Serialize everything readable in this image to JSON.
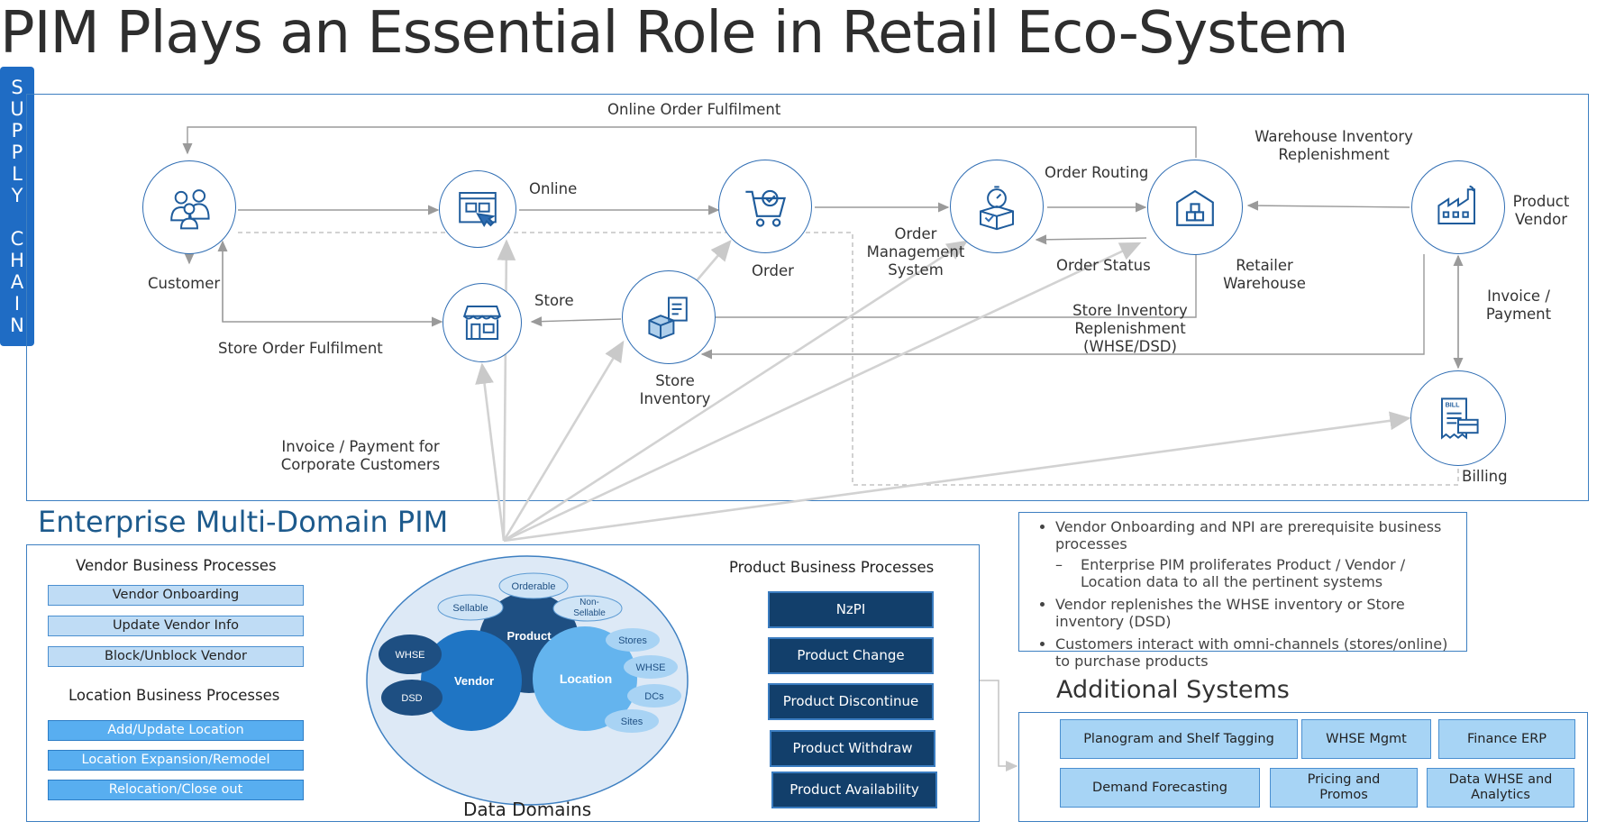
{
  "title": "PIM Plays an Essential Role in Retail Eco-System",
  "supply_chain": [
    "S",
    "U",
    "P",
    "P",
    "L",
    "Y",
    "",
    "C",
    "H",
    "A",
    "I",
    "N"
  ],
  "flow_labels": {
    "online_order_fulfilment": "Online Order Fulfilment",
    "online": "Online",
    "order_routing": "Order Routing",
    "warehouse_inventory_replenishment": "Warehouse Inventory Replenishment",
    "store": "Store",
    "order_status": "Order Status",
    "store_order_fulfilment": "Store Order Fulfilment",
    "store_inventory_replenishment": "Store Inventory Replenishment (WHSE/DSD)",
    "invoice_payment": "Invoice / Payment",
    "invoice_corporate": "Invoice / Payment for Corporate Customers"
  },
  "nodes": {
    "customer": "Customer",
    "order": "Order",
    "oms": "Order Management System",
    "retailer_warehouse": "Retailer Warehouse",
    "product_vendor": "Product Vendor",
    "store_inventory": "Store Inventory",
    "billing": "Billing",
    "online_icon": "online-store-icon",
    "store_icon": "storefront-icon"
  },
  "pim": {
    "heading": "Enterprise Multi-Domain PIM",
    "vendor_processes_title": "Vendor Business Processes",
    "vendor_processes": [
      "Vendor Onboarding",
      "Update Vendor  Info",
      "Block/Unblock Vendor"
    ],
    "location_processes_title": "Location Business Processes",
    "location_processes": [
      "Add/Update Location",
      "Location Expansion/Remodel",
      "Relocation/Close out"
    ],
    "product_processes_title": "Product Business Processes",
    "product_processes": [
      "NzPI",
      "Product Change",
      "Product  Discontinue",
      "Product  Withdraw",
      "Product  Availability"
    ],
    "data_domains": {
      "caption": "Data Domains",
      "product": "Product",
      "vendor": "Vendor",
      "location": "Location",
      "orderable": "Orderable",
      "sellable": "Sellable",
      "non_sellable": "Non-Sellable",
      "whse_vendor": "WHSE",
      "dsd": "DSD",
      "stores": "Stores",
      "whse_location": "WHSE",
      "dcs": "DCs",
      "sites": "Sites"
    }
  },
  "notes": {
    "items": [
      "Vendor Onboarding and NPI are prerequisite business processes",
      "Vendor replenishes the WHSE inventory or Store inventory (DSD)",
      "Customers interact with omni-channels (stores/online) to purchase products"
    ],
    "sub": "Enterprise PIM proliferates Product / Vendor / Location data to all the pertinent systems"
  },
  "additional": {
    "heading": "Additional Systems",
    "systems": [
      "Planogram and Shelf Tagging",
      "WHSE Mgmt",
      "Finance ERP",
      "Demand Forecasting",
      "Pricing and Promos",
      "Data WHSE and Analytics"
    ]
  },
  "colors": {
    "accent": "#2f6db3",
    "supply_chain": "#1f6cc4",
    "product_btn": "#123f6b",
    "location_btn": "#58aef0",
    "vendor_btn": "#bfdcf5"
  }
}
